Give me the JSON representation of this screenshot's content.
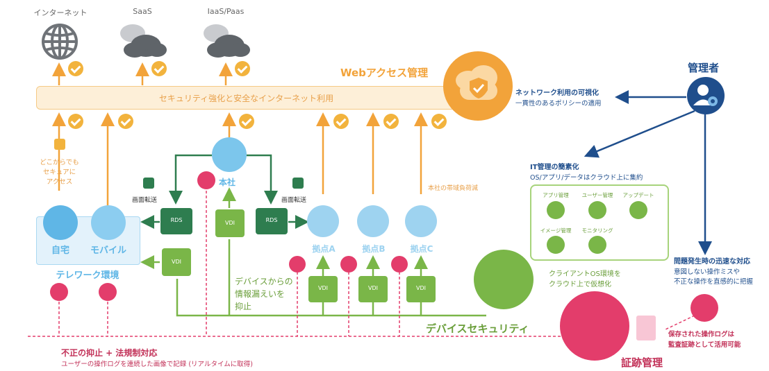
{
  "top": {
    "internet": "インターネット",
    "saas": "SaaS",
    "iaas": "IaaS/Paas"
  },
  "web_access": {
    "title": "Webアクセス管理",
    "bar": "セキュリティ強化と安全なインターネット利用"
  },
  "admin": {
    "title": "管理者",
    "network_title": "ネットワーク利用の可視化",
    "network_sub": "一貫性のあるポリシーの適用",
    "it_title": "IT管理の簡素化",
    "it_sub": "OS/アプリ/データはクラウド上に集約",
    "apps": [
      "アプリ管理",
      "ユーザー管理",
      "アップデート",
      "イメージ管理",
      "モニタリング"
    ],
    "incident_title": "問題発生時の迅速な対応",
    "incident_sub1": "意図しない操作ミスや",
    "incident_sub2": "不正な操作を直感的に把握"
  },
  "left": {
    "anywhere1": "どこからでも",
    "anywhere2": "セキュアに",
    "anywhere3": "アクセス",
    "home": "自宅",
    "mobile": "モバイル",
    "telework": "テレワーク環境"
  },
  "center": {
    "hq": "本社",
    "screen_transfer_1": "画面転送",
    "screen_transfer_2": "画面転送",
    "rds_1": "RDS",
    "rds_2": "RDS",
    "vdi": "VDI",
    "bandwidth": "本社の帯域負荷減",
    "branch_a": "拠点A",
    "branch_b": "拠点B",
    "branch_c": "拠点C",
    "leak1": "デバイスからの",
    "leak2": "情報漏えいを",
    "leak3": "抑止"
  },
  "bottom": {
    "client_os1": "クライアントOS環境を",
    "client_os2": "クラウド上で仮想化",
    "device_security": "デバイスセキュリティ",
    "fraud_title": "不正の抑止 + 法規制対応",
    "fraud_sub": "ユーザーの操作ログを連続した画像で記録 (リアルタイムに取得)",
    "saved_log1": "保存された操作ログは",
    "saved_log2": "監査証跡として活用可能",
    "evidence": "証跡管理"
  },
  "colors": {
    "orange": "#f2a33a",
    "blue": "#1f4e8c",
    "green": "#7ab648",
    "dark_green": "#2e7d4f",
    "sky": "#7cc6ec",
    "pink": "#e33d6b"
  }
}
